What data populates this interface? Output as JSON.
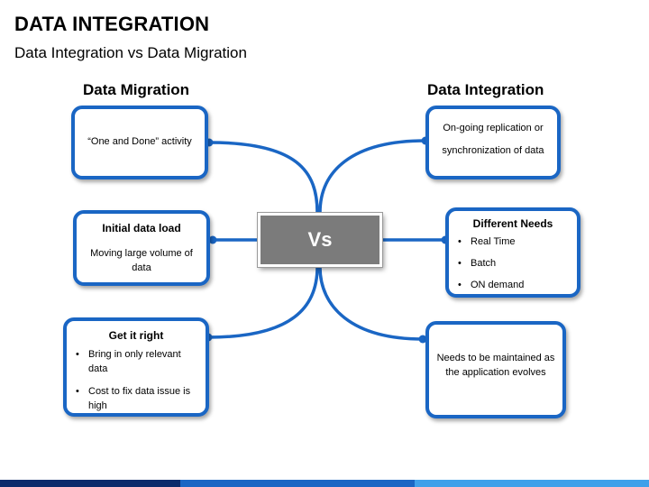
{
  "header": {
    "title": "DATA INTEGRATION",
    "subtitle": "Data Integration vs Data Migration"
  },
  "columns": {
    "left_heading": "Data Migration",
    "right_heading": "Data Integration"
  },
  "center": {
    "label": "Vs"
  },
  "left_boxes": {
    "box1": {
      "text": "“One and Done” activity"
    },
    "box2": {
      "heading": "Initial data load",
      "text": "Moving large volume of data"
    },
    "box3": {
      "heading": "Get it right",
      "bullets": [
        "Bring in only relevant data",
        "Cost to fix data issue is high"
      ]
    }
  },
  "right_boxes": {
    "box1": {
      "line1": "On-going replication or",
      "line2": "synchronization of data"
    },
    "box2": {
      "heading": "Different Needs",
      "bullets": [
        "Real Time",
        "Batch",
        "ON demand"
      ]
    },
    "box3": {
      "text": "Needs to be maintained as the application evolves"
    }
  },
  "colors": {
    "accent_blue": "#1a66c4",
    "vs_gray": "#7b7b7b",
    "bar_dark": "#0b2a6b",
    "bar_mid": "#1a66c4",
    "bar_light": "#3fa0ea"
  }
}
